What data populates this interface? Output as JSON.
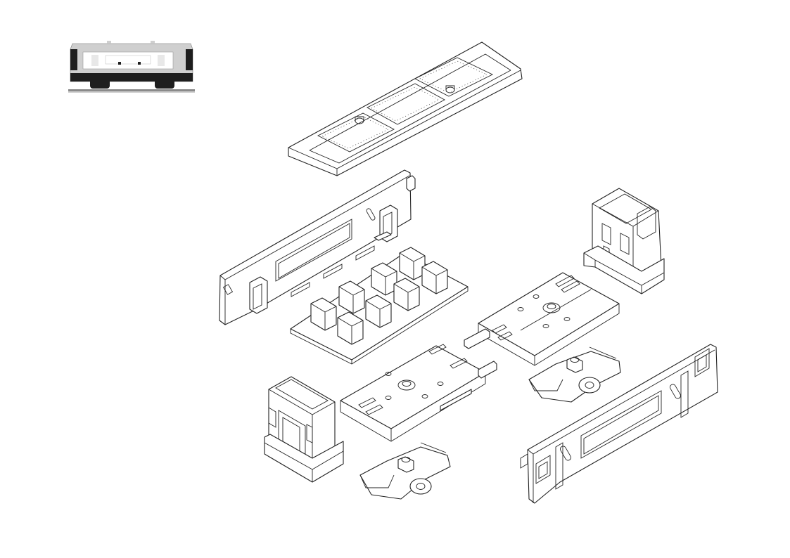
{
  "figure": {
    "kind": "exploded-assembly-line-drawing",
    "thumbnail": {
      "colors": {
        "body": "#cfcfcf",
        "dark": "#1e1e1e",
        "window": "#ffffff",
        "rail": "#8a8a8a"
      }
    },
    "colors": {
      "line": "#222222",
      "fill": "#ffffff",
      "background": "#ffffff"
    },
    "parts": [
      "roof",
      "side-panel-upper",
      "seat-tray",
      "end-cab-upper-right",
      "chassis-frame-right",
      "bogie-right",
      "end-cab-lower-left",
      "chassis-frame-left",
      "bogie-left",
      "side-panel-lower"
    ]
  }
}
